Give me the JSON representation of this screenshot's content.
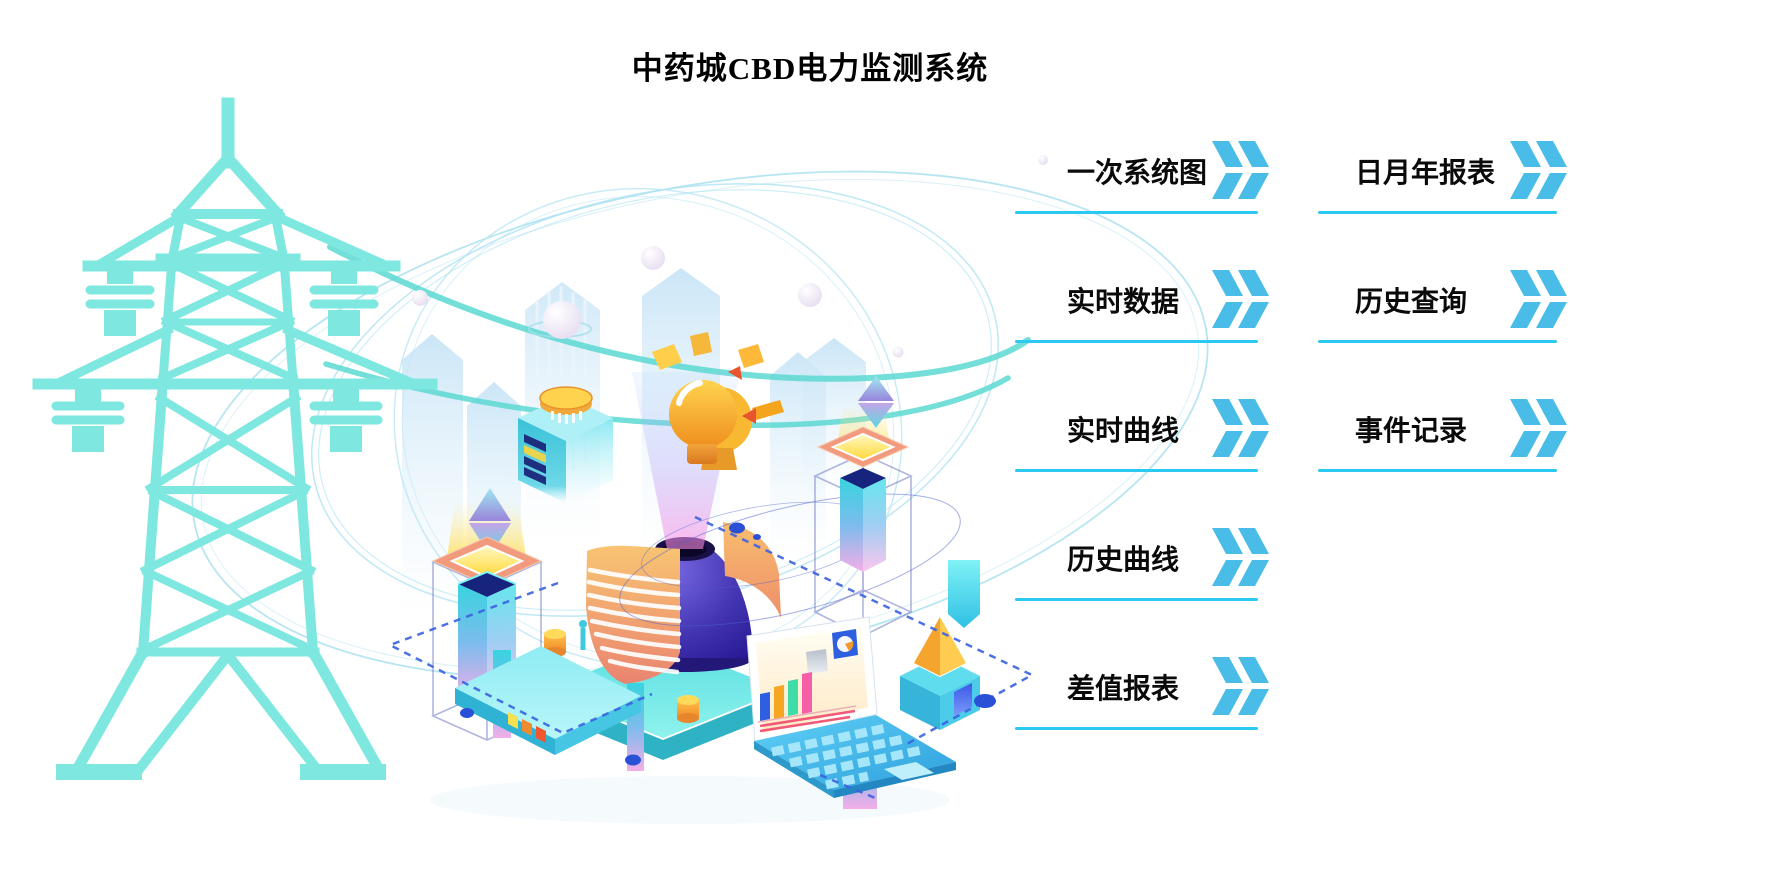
{
  "title": "中药城CBD电力监测系统",
  "menu": {
    "left": [
      {
        "label": "一次系统图"
      },
      {
        "label": "实时数据"
      },
      {
        "label": "实时曲线"
      },
      {
        "label": "历史曲线"
      },
      {
        "label": "差值报表"
      }
    ],
    "right": [
      {
        "label": "日月年报表"
      },
      {
        "label": "历史查询"
      },
      {
        "label": "事件记录"
      }
    ],
    "item_icon": "double-chevron-right"
  },
  "colors": {
    "chevron_blue": "#49BCE8",
    "underline_cyan": "#2BC9F2",
    "tower_teal": "#7EE8E0",
    "title_text": "#000000",
    "menu_text": "#0A0A0A",
    "dome_purple": "#2A1C9C",
    "bulb_orange": "#F5A623"
  },
  "illustration": {
    "elements": [
      "transmission-tower",
      "orbit-rings",
      "orbit-spheres",
      "city-skyline",
      "power-lines",
      "server-tower",
      "hologram-dome-platform",
      "idea-bulb",
      "floating-diamond-pillars",
      "laptop-with-charts",
      "router",
      "pyramid-cube",
      "circuit-dashed-lines"
    ]
  }
}
